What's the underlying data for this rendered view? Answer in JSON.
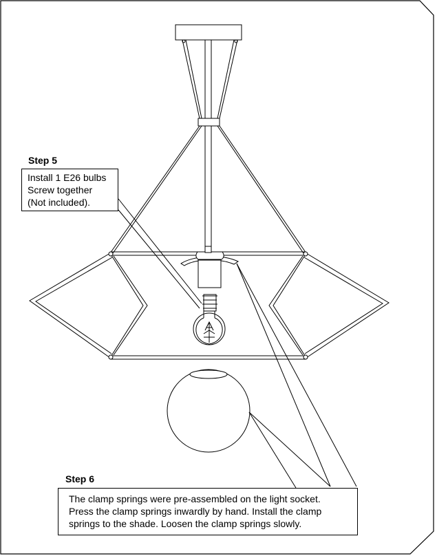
{
  "step5": {
    "title": "Step 5",
    "lines": [
      "Install 1 E26 bulbs",
      "Screw together",
      "(Not included)."
    ]
  },
  "step6": {
    "title": "Step 6",
    "lines": [
      "The clamp springs were pre-assembled on the light socket.",
      "Press the clamp springs inwardly by hand. Install the clamp",
      "springs to the shade. Loosen the clamp springs slowly."
    ]
  }
}
